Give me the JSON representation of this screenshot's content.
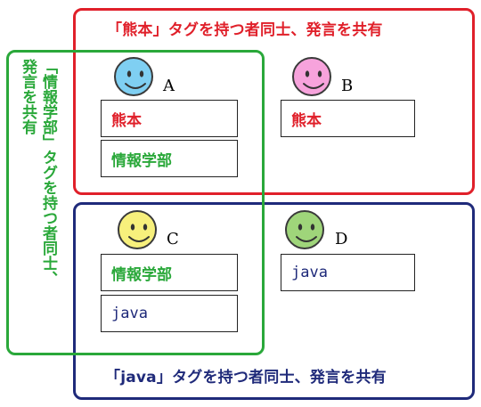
{
  "captions": {
    "kumamoto_group": "「熊本」タグを持つ者同士、発言を共有",
    "java_group": "「java」タグを持つ者同士、発言を共有",
    "joho_group_col1": "「情報学部」タグを持つ者同士、",
    "joho_group_col2": "発言を共有"
  },
  "people": {
    "a": {
      "label": "A",
      "tags": [
        "熊本",
        "情報学部"
      ]
    },
    "b": {
      "label": "B",
      "tags": [
        "熊本"
      ]
    },
    "c": {
      "label": "C",
      "tags": [
        "情報学部",
        "java"
      ]
    },
    "d": {
      "label": "D",
      "tags": [
        "java"
      ]
    }
  },
  "colors": {
    "kumamoto": "#e0202a",
    "joho": "#2aa83a",
    "java": "#1f2a7a",
    "face_a": "#7fcff2",
    "face_b": "#f7a3dc",
    "face_c": "#f7f07c",
    "face_d": "#9fd57a"
  },
  "icons": {
    "face": "smiley-face-icon"
  }
}
